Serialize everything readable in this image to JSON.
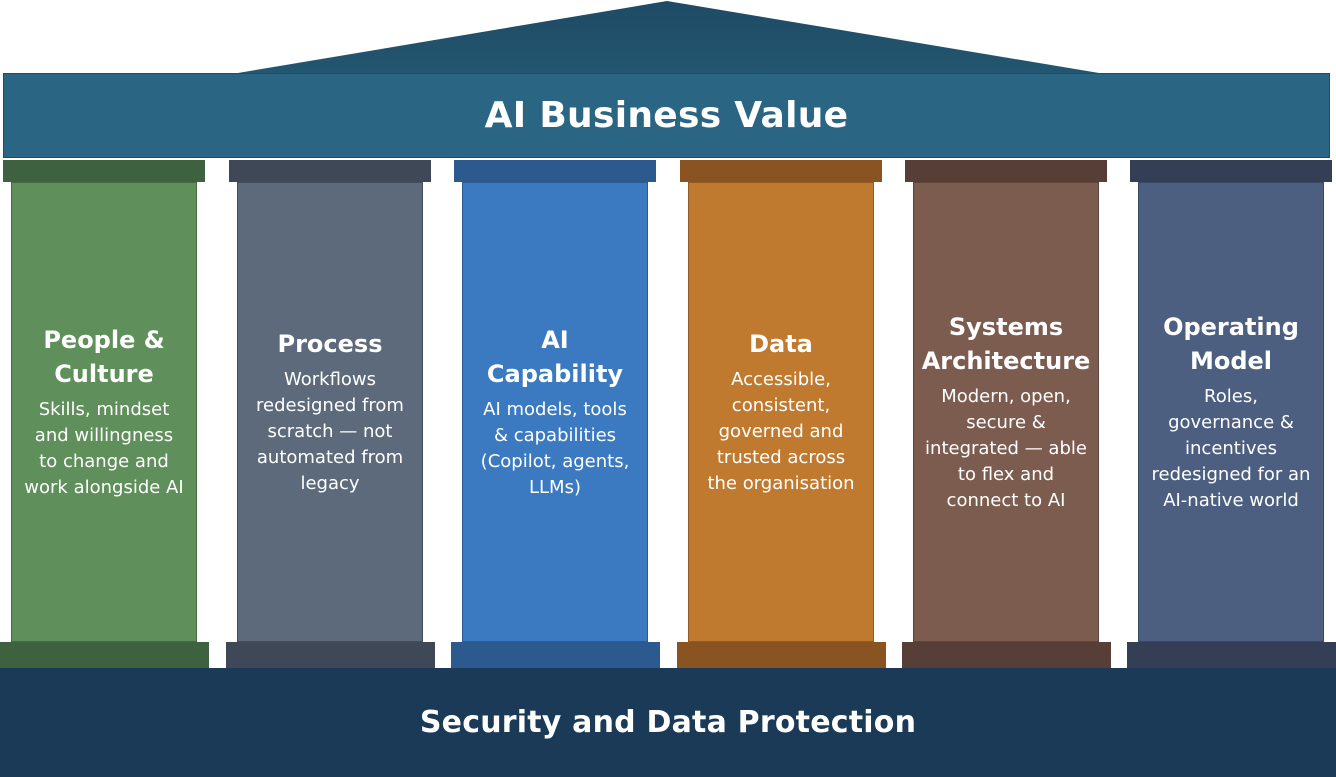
{
  "roof": {
    "title": "AI Business Value",
    "color": "#2b6584"
  },
  "pillars": [
    {
      "title": "People &\nCulture",
      "description": "Skills, mindset\nand willingness\nto change and\nwork alongside AI",
      "color": "#5f8f5a",
      "cap_color": "#3e6140"
    },
    {
      "title": "Process",
      "description": "Workflows\nredesigned from\nscratch — not\nautomated from\nlegacy",
      "color": "#5d6a7b",
      "cap_color": "#3f4856"
    },
    {
      "title": "AI\nCapability",
      "description": "AI models, tools\n& capabilities\n(Copilot, agents,\nLLMs)",
      "color": "#3b7ac1",
      "cap_color": "#2d5a8e"
    },
    {
      "title": "Data",
      "description": "Accessible,\nconsistent,\ngoverned and\ntrusted across\nthe organisation",
      "color": "#c07a30",
      "cap_color": "#8a5422"
    },
    {
      "title": "Systems\nArchitecture",
      "description": "Modern, open,\nsecure &\nintegrated — able\nto flex and\nconnect to AI",
      "color": "#7d5c50",
      "cap_color": "#573f38"
    },
    {
      "title": "Operating\nModel",
      "description": "Roles,\ngovernance &\nincentives\nredesigned for an\nAI-native world",
      "color": "#4c5f80",
      "cap_color": "#343f56"
    }
  ],
  "foundation": {
    "title": "Security and Data Protection",
    "color": "#1b3a58"
  }
}
